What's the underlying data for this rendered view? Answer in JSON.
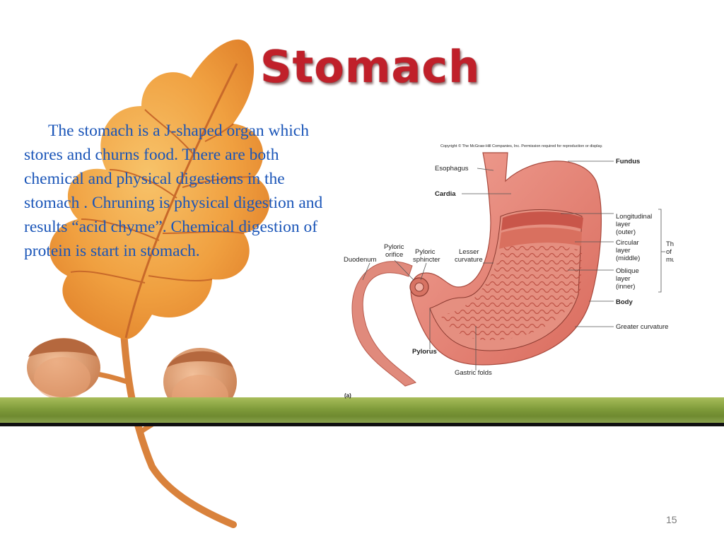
{
  "slide": {
    "title": "Stomach",
    "body": "The stomach is a J-shaped organ which stores and churns food. There are both chemical and physical digestions in the stomach . Chruning is physical digestion  and results “acid chyme”. Chemical digestion of protein is start in stomach.",
    "page_number": "15"
  },
  "figure": {
    "copyright": "Copyright © The McGraw-Hill Companies, Inc. Permission required for reproduction or display.",
    "panel_label": "(a)",
    "labels": {
      "esophagus": "Esophagus",
      "cardia": "Cardia",
      "fundus": "Fundus",
      "longitudinal": [
        "Longitudinal",
        "layer",
        "(outer)"
      ],
      "circular": [
        "Circular",
        "layer",
        "(middle)"
      ],
      "oblique": [
        "Oblique",
        "layer",
        "(inner)"
      ],
      "three_layers": [
        "Three layers",
        "of smooth",
        "muscle"
      ],
      "body": "Body",
      "greater_curvature": "Greater curvature",
      "lesser_curvature": [
        "Lesser",
        "curvature"
      ],
      "pyloric_orifice": [
        "Pyloric",
        "orifice"
      ],
      "pyloric_sphincter": [
        "Pyloric",
        "sphincter"
      ],
      "duodenum": "Duodenum",
      "pylorus": "Pylorus",
      "gastric_folds": "Gastric folds"
    }
  },
  "colors": {
    "title": "#c0202a",
    "body_text": "#1a55b8",
    "leaf": "#f0a040",
    "acorn": "#d9966a",
    "grass": "#7e9a3a",
    "stomach": "#e07a6c"
  }
}
